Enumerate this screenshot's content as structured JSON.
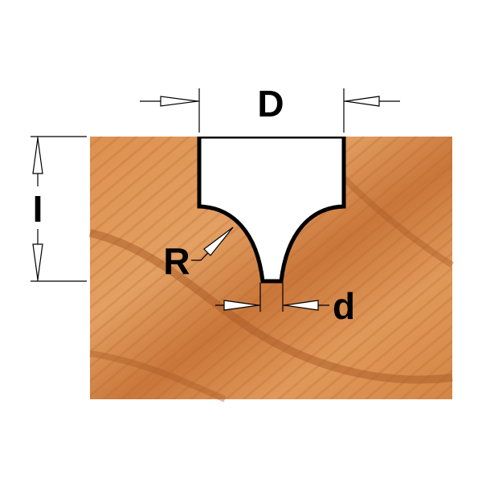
{
  "labels": {
    "D": "D",
    "I": "I",
    "R": "R",
    "d": "d"
  },
  "colors": {
    "wood": "#d98b4b",
    "wood_dark": "#b8642c",
    "wood_light": "#e9a86a",
    "outline": "#000000"
  }
}
